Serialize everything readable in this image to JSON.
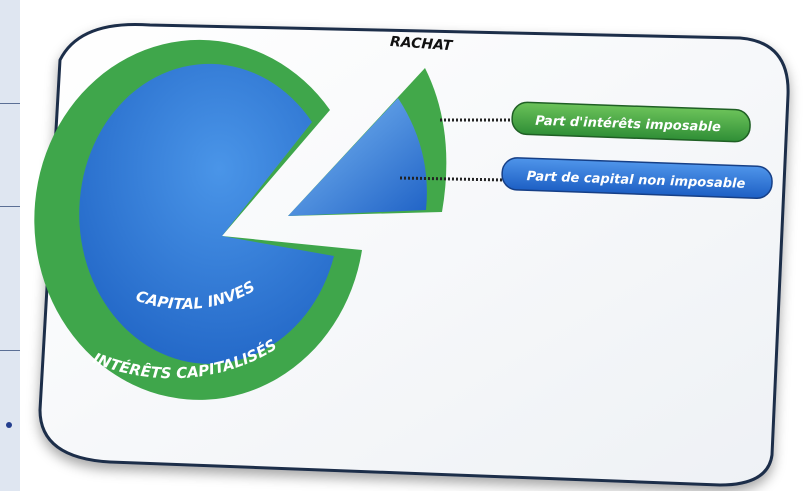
{
  "diagram": {
    "title": "RACHAT",
    "inner_label": "CAPITAL INVESTI",
    "outer_label": "INTÉRÊTS CAPITALISÉS",
    "labels": {
      "interest": "Part d'intérêts imposable",
      "capital": "Part de capital non imposable"
    }
  },
  "colors": {
    "green_ring": "#3fa64b",
    "blue_core": "#2f78d2",
    "label_green": "#41a642",
    "label_blue": "#2a6fd0",
    "side_panel": "#dfe6f1"
  }
}
